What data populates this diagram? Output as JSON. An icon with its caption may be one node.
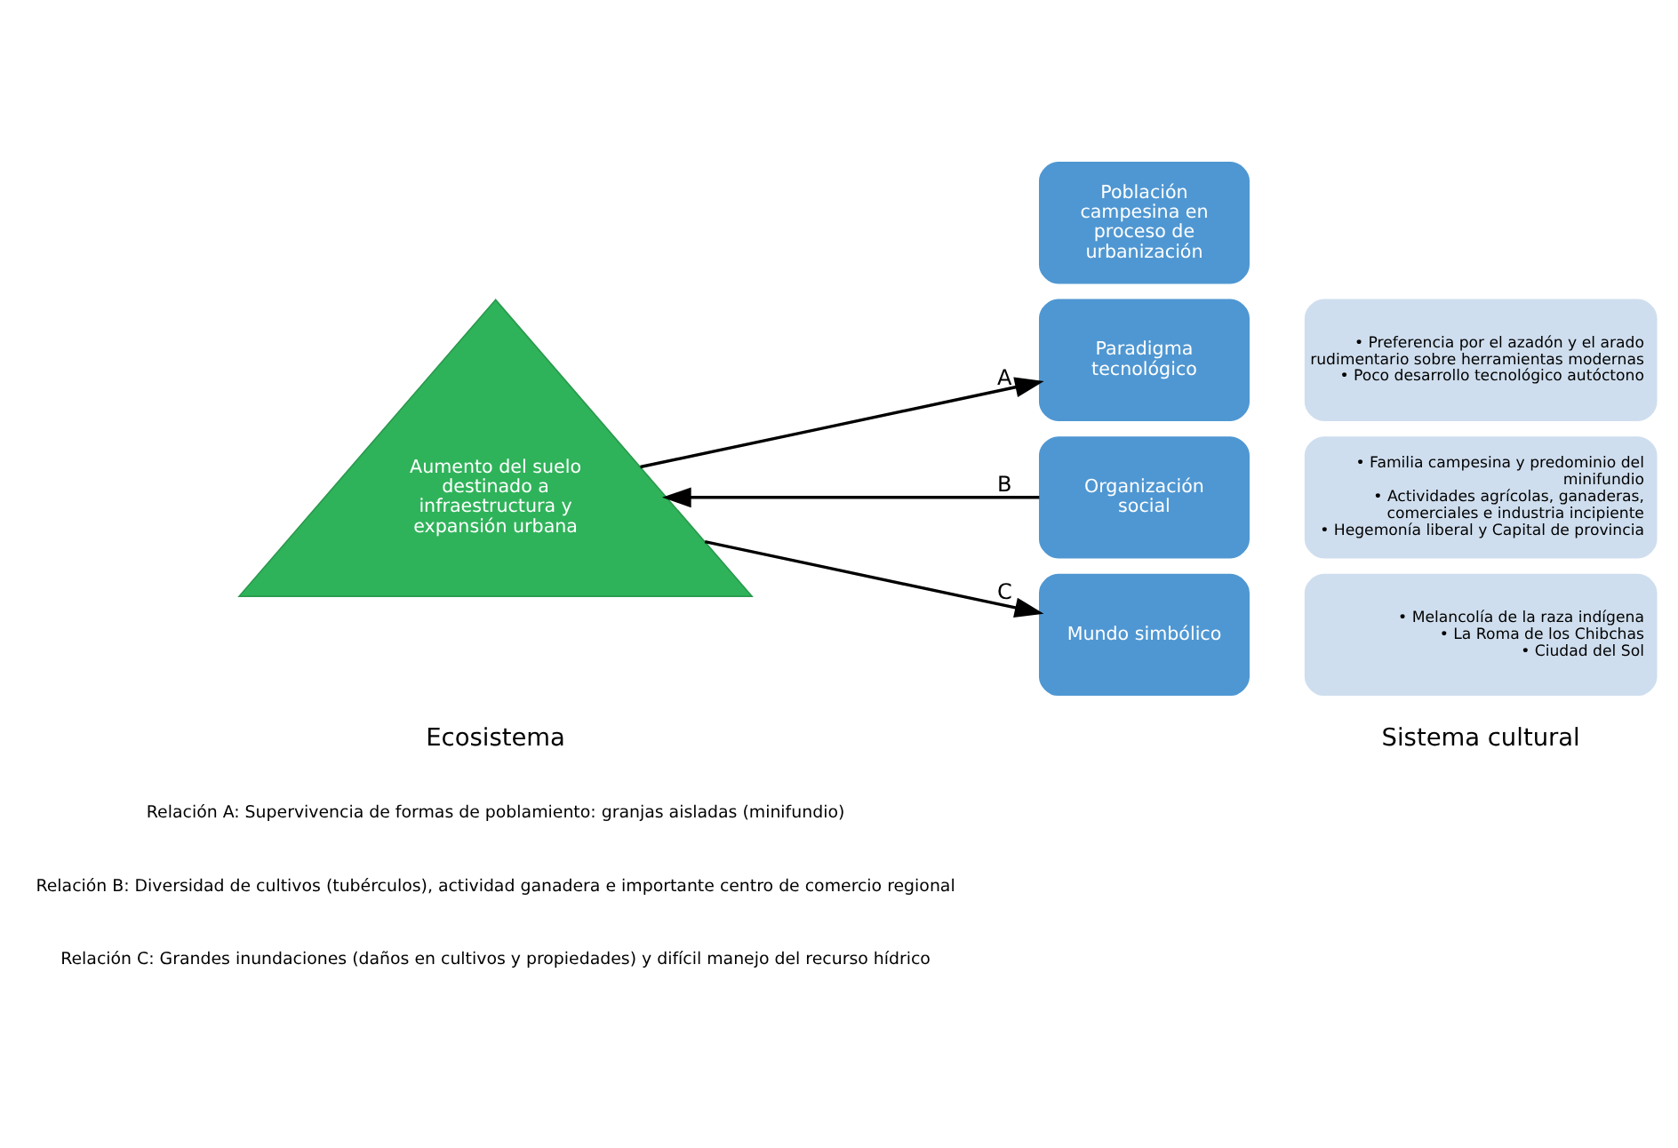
{
  "diagram": {
    "nodes": [
      {
        "text": [
          "Aumento del suelo destinado a infraestructura y expansión urbana"
        ]
      },
      {
        "text": [
          "Población campesina en proceso de urbanización"
        ]
      },
      {
        "text": [
          "Paradigma tecnológico"
        ]
      },
      {
        "text": [
          "Organización social"
        ]
      },
      {
        "text": [
          "Mundo simbólico"
        ]
      },
      {
        "text": [
          "• Preferencia por el azadón y el arado rudimentario sobre herramientas modernas",
          "• Poco desarrollo tecnológico autóctono"
        ]
      },
      {
        "text": [
          "• Familia campesina y predominio del minifundio",
          "• Actividades agrícolas, ganaderas, comerciales e industria incipiente",
          "• Hegemonía liberal y Capital de provincia"
        ]
      },
      {
        "text": [
          "• Melancolía de la raza indígena",
          "• La Roma de los Chibchas",
          "• Ciudad del Sol"
        ]
      }
    ],
    "edges": [
      {
        "from": 0,
        "to": 2,
        "arrow": "to",
        "label": "A"
      },
      {
        "from": 3,
        "to": 0,
        "arrow": "to",
        "label": "B"
      },
      {
        "from": 0,
        "to": 4,
        "arrow": "to",
        "label": "C"
      }
    ],
    "labels": [
      "Sistema cultural",
      "Ecosistema",
      "Relación A: Supervivencia de formas de poblamiento: granjas aisladas (minifundio)",
      "Relación B: Diversidad de cultivos (tubérculos), actividad ganadera e importante centro de comercio regional",
      "Relación C: Grandes inundaciones (daños en cultivos y propiedades) y difícil manejo del recurso hídrico"
    ]
  }
}
